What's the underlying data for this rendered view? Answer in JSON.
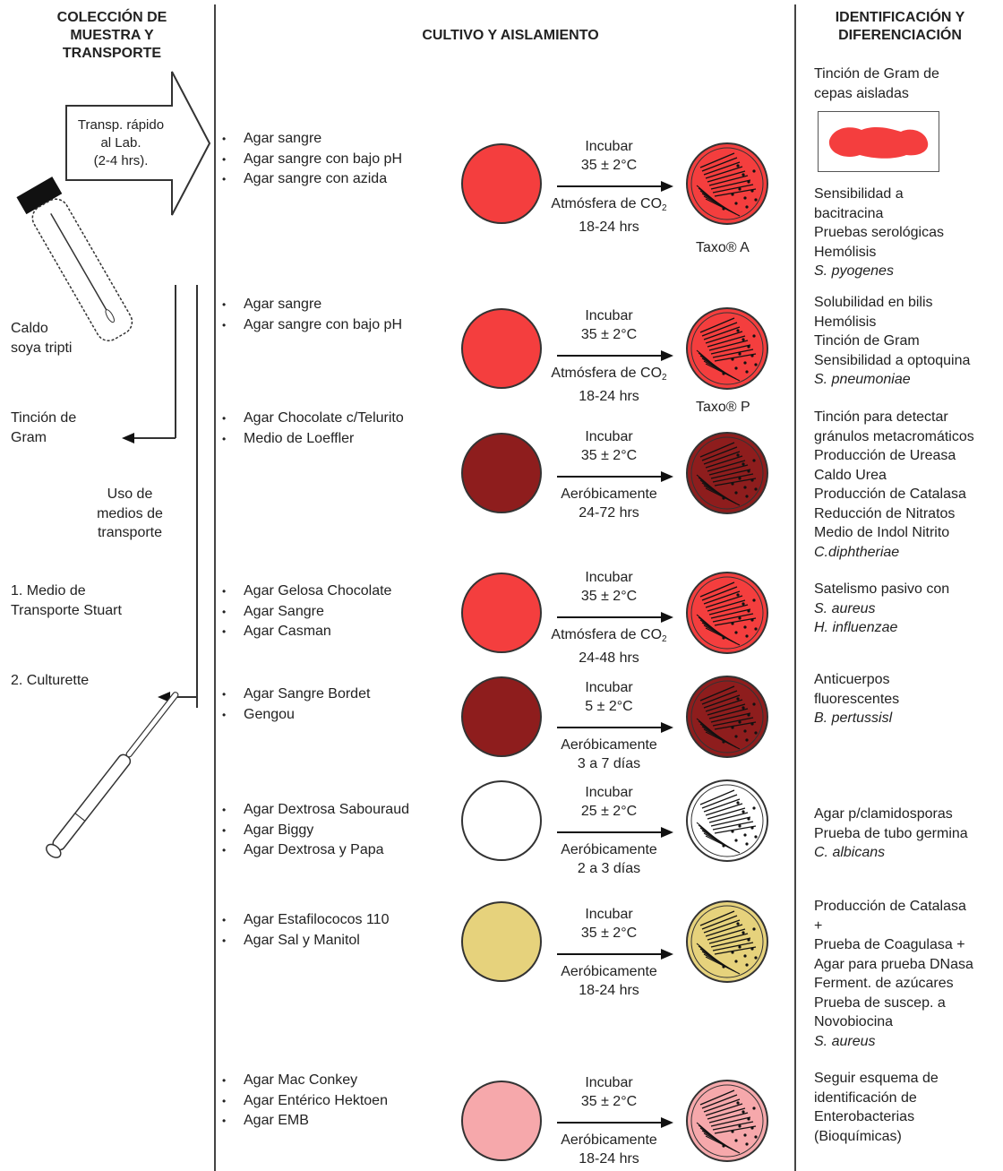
{
  "headers": {
    "collection": [
      "COLECCIÓN DE",
      "MUESTRA Y",
      "TRANSPORTE"
    ],
    "culture": "CULTIVO Y AISLAMIENTO",
    "identification": [
      "IDENTIFICACIÓN Y",
      "DIFERENCIACIÓN"
    ]
  },
  "left": {
    "arrow_text": [
      "Transp. rápido",
      "al Lab.",
      "(2-4 hrs)."
    ],
    "broth": [
      "Caldo",
      "soya tripti"
    ],
    "gram": [
      "Tinción de",
      "Gram"
    ],
    "transport_media": [
      "Uso de",
      "medios de",
      "transporte"
    ],
    "stuart": [
      "1. Medio de",
      "Transporte Stuart"
    ],
    "culturette": "2. Culturette"
  },
  "rows": [
    {
      "media": [
        "Agar sangre",
        "Agar sangre con bajo pH",
        "Agar sangre con azida"
      ],
      "conditions": {
        "top": [
          "Incubar",
          "35 ± 2°C"
        ],
        "bottom_main": "Atmósfera de CO",
        "bottom_sub": "2",
        "bottom_rest": [
          "18-24 hrs"
        ]
      },
      "plate_color": "#f43e3e",
      "taxo": "Taxo® A",
      "identification": [
        {
          "t": "Sensibilidad a",
          "i": false
        },
        {
          "t": "bacitracina",
          "i": false
        },
        {
          "t": "Pruebas serológicas",
          "i": false
        },
        {
          "t": "Hemólisis",
          "i": false
        },
        {
          "t": " S. pyogenes",
          "i": true
        }
      ]
    },
    {
      "media": [
        "Agar sangre",
        "Agar sangre con bajo pH"
      ],
      "conditions": {
        "top": [
          "Incubar",
          "35 ± 2°C"
        ],
        "bottom_main": "Atmósfera de CO",
        "bottom_sub": "2",
        "bottom_rest": [
          "18-24 hrs"
        ]
      },
      "plate_color": "#f43e3e",
      "taxo": "Taxo® P",
      "identification": [
        {
          "t": "Solubilidad en bilis",
          "i": false
        },
        {
          "t": "Hemólisis",
          "i": false
        },
        {
          "t": "Tinción de Gram",
          "i": false
        },
        {
          "t": "Sensibilidad a optoquina",
          "i": false
        },
        {
          "t": "S. pneumoniae",
          "i": true
        }
      ]
    },
    {
      "media": [
        "Agar Chocolate c/Telurito",
        "Medio de Loeffler"
      ],
      "conditions": {
        "top": [
          "Incubar",
          "35 ± 2°C"
        ],
        "bottom_main": "Aeróbicamente",
        "bottom_sub": "",
        "bottom_rest": [
          "24-72 hrs"
        ]
      },
      "plate_color": "#8e1d1d",
      "taxo": "",
      "identification": [
        {
          "t": "Tinción para detectar",
          "i": false
        },
        {
          "t": "gránulos metacromáticos",
          "i": false
        },
        {
          "t": "Producción de Ureasa",
          "i": false
        },
        {
          "t": "Caldo Urea",
          "i": false
        },
        {
          "t": "Producción de Catalasa",
          "i": false
        },
        {
          "t": "Reducción de Nitratos",
          "i": false
        },
        {
          "t": "Medio de Indol Nitrito",
          "i": false
        },
        {
          "t": "C.diphtheriae",
          "i": true
        }
      ]
    },
    {
      "media": [
        "Agar Gelosa Chocolate",
        "Agar Sangre",
        "Agar Casman"
      ],
      "conditions": {
        "top": [
          "Incubar",
          "35 ± 2°C"
        ],
        "bottom_main": "Atmósfera de CO",
        "bottom_sub": "2",
        "bottom_rest": [
          "24-48 hrs"
        ]
      },
      "plate_color": "#f43e3e",
      "taxo": "",
      "identification": [
        {
          "t": "Satelismo pasivo con",
          "i": false
        },
        {
          "t": "S. aureus",
          "i": true
        },
        {
          "t": "H. influenzae",
          "i": true
        }
      ]
    },
    {
      "media": [
        "Agar Sangre Bordet",
        "Gengou"
      ],
      "conditions": {
        "top": [
          "Incubar",
          "5 ± 2°C"
        ],
        "bottom_main": "Aeróbicamente",
        "bottom_sub": "",
        "bottom_rest": [
          "3 a 7 días"
        ]
      },
      "plate_color": "#8e1d1d",
      "taxo": "",
      "identification": [
        {
          "t": "Anticuerpos",
          "i": false
        },
        {
          "t": "fluorescentes",
          "i": false
        },
        {
          "t": "B. pertussisl",
          "i": true
        }
      ]
    },
    {
      "media": [
        "Agar Dextrosa Sabouraud",
        "Agar Biggy",
        "Agar Dextrosa y Papa"
      ],
      "conditions": {
        "top": [
          "Incubar",
          "25 ± 2°C"
        ],
        "bottom_main": "Aeróbicamente",
        "bottom_sub": "",
        "bottom_rest": [
          "2 a 3 días"
        ]
      },
      "plate_color": "#ffffff",
      "taxo": "",
      "identification": [
        {
          "t": "Agar p/clamidosporas",
          "i": false
        },
        {
          "t": "Prueba de tubo germina",
          "i": false
        },
        {
          "t": "C. albicans",
          "i": true
        }
      ]
    },
    {
      "media": [
        "Agar Estafilococos 110",
        "Agar Sal y Manitol"
      ],
      "conditions": {
        "top": [
          "Incubar",
          "35 ± 2°C"
        ],
        "bottom_main": "Aeróbicamente",
        "bottom_sub": "",
        "bottom_rest": [
          "18-24 hrs"
        ]
      },
      "plate_color": "#e6d27c",
      "taxo": "",
      "identification": [
        {
          "t": "Producción de Catalasa",
          "i": false
        },
        {
          "t": "+",
          "i": false
        },
        {
          "t": "Prueba de Coagulasa +",
          "i": false
        },
        {
          "t": "Agar para prueba DNasa",
          "i": false
        },
        {
          "t": "Ferment. de azúcares",
          "i": false
        },
        {
          "t": "Prueba de suscep. a",
          "i": false
        },
        {
          "t": "Novobiocina",
          "i": false
        },
        {
          "t": "S. aureus",
          "i": true
        }
      ]
    },
    {
      "media": [
        "Agar Mac Conkey",
        "Agar Entérico Hektoen",
        "Agar EMB"
      ],
      "conditions": {
        "top": [
          "Incubar",
          "35 ± 2°C"
        ],
        "bottom_main": "Aeróbicamente",
        "bottom_sub": "",
        "bottom_rest": [
          "18-24 hrs"
        ]
      },
      "plate_color": "#f6a8ab",
      "taxo": "",
      "identification": [
        {
          "t": "Seguir esquema de",
          "i": false
        },
        {
          "t": "identificación de",
          "i": false
        },
        {
          "t": "Enterobacterias",
          "i": false
        },
        {
          "t": "(Bioquímicas)",
          "i": false
        }
      ]
    }
  ],
  "gram_stain_box": {
    "title": [
      "Tinción de Gram de",
      "cepas aisladas"
    ],
    "smear_color": "#f43e3e"
  }
}
